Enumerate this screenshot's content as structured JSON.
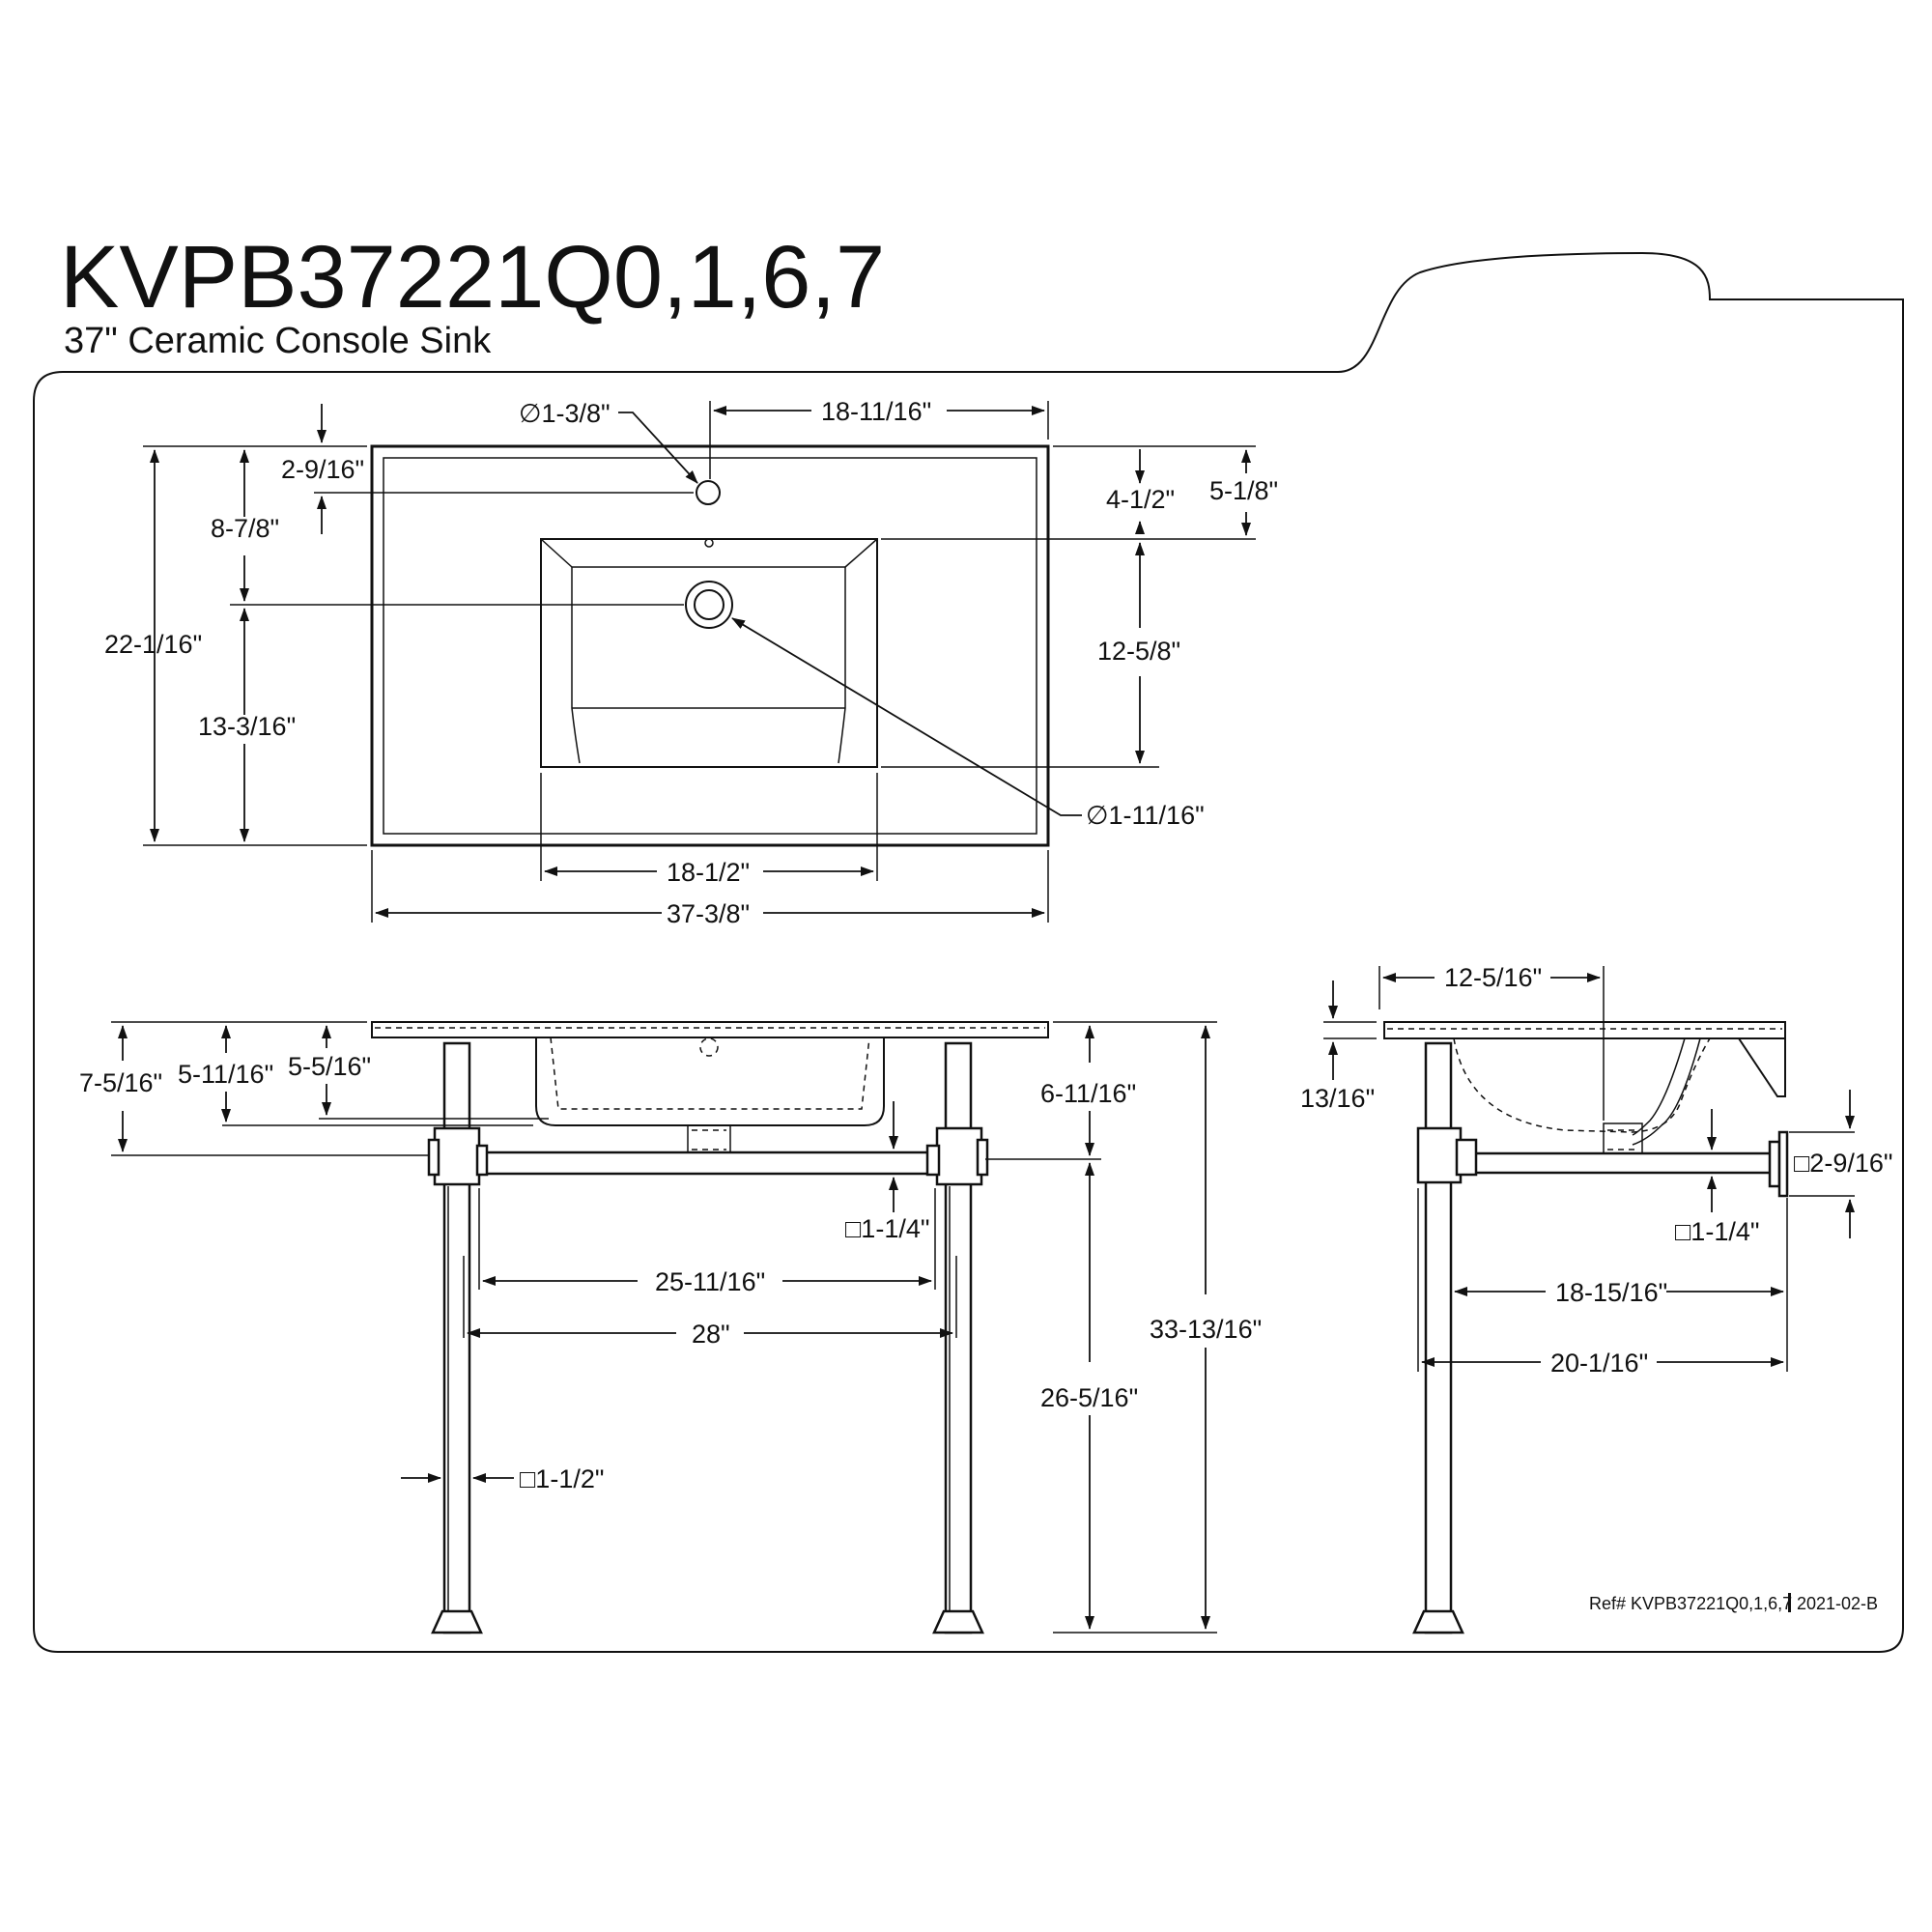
{
  "header": {
    "model": "KVPB37221Q0,1,6,7",
    "description": "37\" Ceramic Console Sink"
  },
  "footer": {
    "ref": "Ref# KVPB37221Q0,1,6,7",
    "revision": "2021-02-B"
  },
  "top_view": {
    "faucet_hole": "∅1-3/8\"",
    "faucet_offset": "18-11/16\"",
    "faucet_from_back": "2-9/16\"",
    "drain_from_back": "8-7/8\"",
    "depth": "22-1/16\"",
    "drain_to_front": "13-3/16\"",
    "bowl_inset_inner": "4-1/2\"",
    "bowl_inset_outer": "5-1/8\"",
    "bowl_depth": "12-5/8\"",
    "drain_hole": "∅1-11/16\"",
    "bowl_width": "18-1/2\"",
    "overall_width": "37-3/8\""
  },
  "front_view": {
    "top_to_bar": "7-5/16\"",
    "top_to_bowl_bottom": "5-11/16\"",
    "bowl_depth": "5-5/16\"",
    "bar_height": "6-11/16\"",
    "bar_square": "□1-1/4\"",
    "inner_legs": "25-11/16\"",
    "outer_legs": "28\"",
    "bar_to_floor": "26-5/16\"",
    "overall_height": "33-13/16\"",
    "leg_square": "□1-1/2\""
  },
  "side_view": {
    "drain_offset": "12-5/16\"",
    "top_thickness": "13/16\"",
    "flange_square": "□2-9/16\"",
    "bar_square": "□1-1/4\"",
    "leg_to_wall_inner": "18-15/16\"",
    "leg_to_wall_outer": "20-1/16\""
  }
}
